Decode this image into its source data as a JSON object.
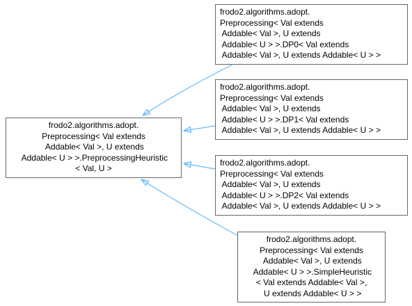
{
  "colors": {
    "edge": "#63b8ff",
    "node_border": "#666666",
    "text": "#000000",
    "background": "#ffffff"
  },
  "nodes": [
    {
      "id": "base",
      "lines": [
        "frodo2.algorithms.adopt.",
        "Preprocessing< Val extends",
        " Addable< Val >, U extends",
        " Addable< U > >.PreprocessingHeuristic",
        "< Val, U >"
      ]
    },
    {
      "id": "dp0",
      "lines": [
        "frodo2.algorithms.adopt.",
        "Preprocessing< Val extends",
        " Addable< Val >, U extends",
        " Addable< U > >.DP0< Val extends",
        " Addable< Val >, U extends Addable< U > >"
      ]
    },
    {
      "id": "dp1",
      "lines": [
        "frodo2.algorithms.adopt.",
        "Preprocessing< Val extends",
        " Addable< Val >, U extends",
        " Addable< U > >.DP1< Val extends",
        " Addable< Val >, U extends Addable< U > >"
      ]
    },
    {
      "id": "dp2",
      "lines": [
        "frodo2.algorithms.adopt.",
        "Preprocessing< Val extends",
        " Addable< Val >, U extends",
        " Addable< U > >.DP2< Val extends",
        " Addable< Val >, U extends Addable< U > >"
      ]
    },
    {
      "id": "sh",
      "lines": [
        "frodo2.algorithms.adopt.",
        "Preprocessing< Val extends",
        " Addable< Val >, U extends",
        " Addable< U > >.SimpleHeuristic",
        "< Val extends Addable< Val >,",
        " U extends Addable< U > >"
      ]
    }
  ],
  "edges": [
    {
      "from": "dp0",
      "to": "base"
    },
    {
      "from": "dp1",
      "to": "base"
    },
    {
      "from": "dp2",
      "to": "base"
    },
    {
      "from": "sh",
      "to": "base"
    }
  ]
}
